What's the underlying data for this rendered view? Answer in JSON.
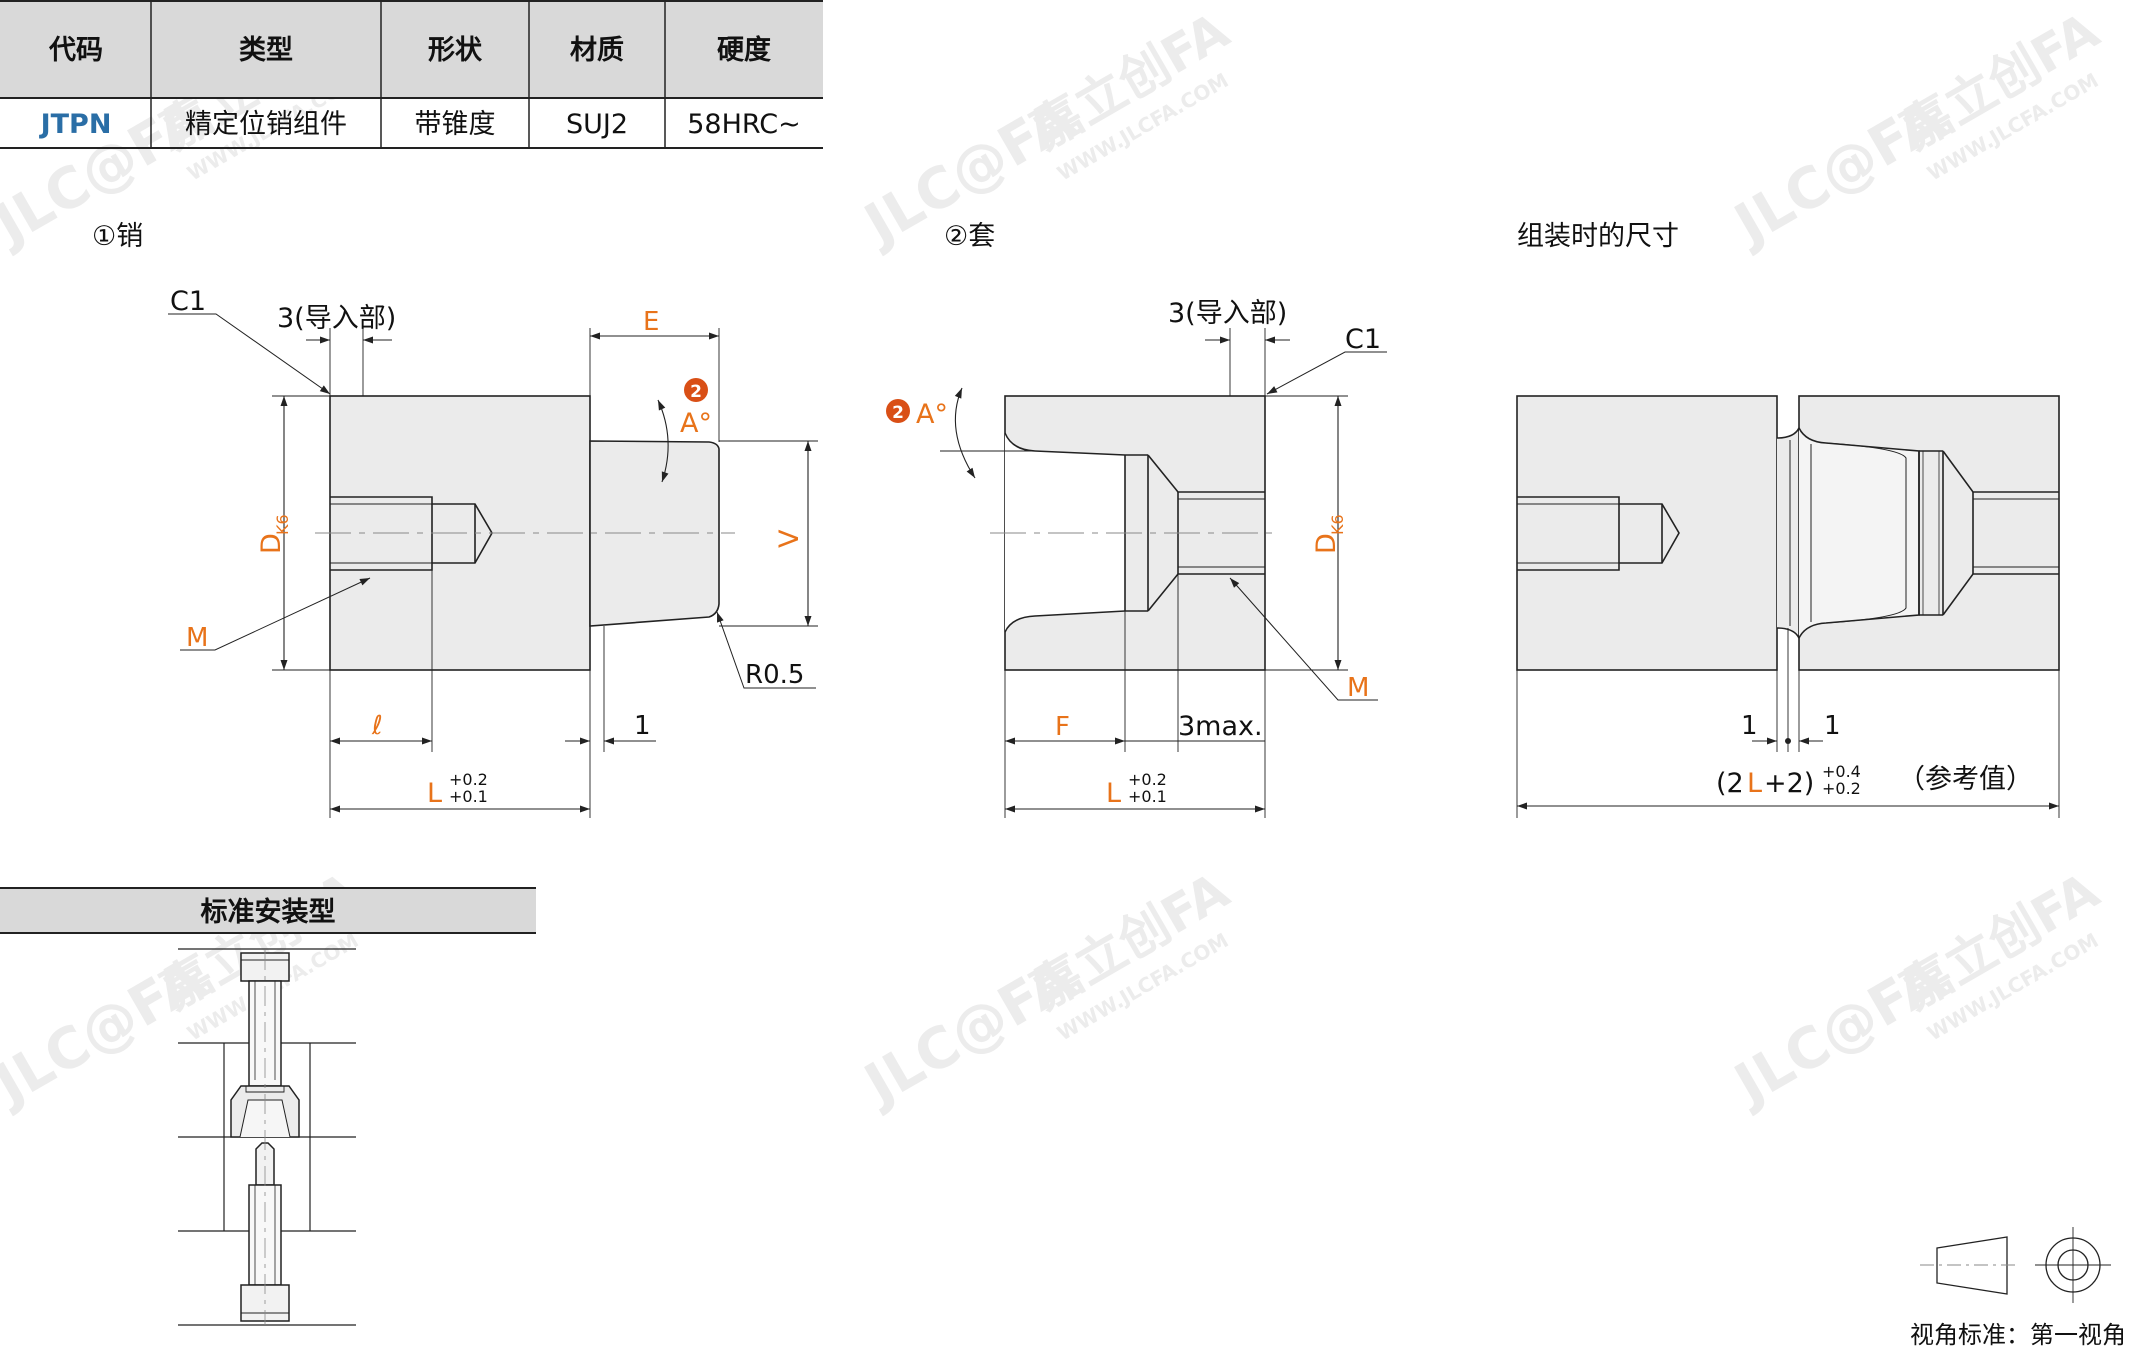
{
  "colors": {
    "orange": "#e8731a",
    "blue": "#2a6ea6",
    "body_fill": "#ebebeb",
    "line": "#222222",
    "header_bg": "#d9d9d9",
    "badge": "#d94f16"
  },
  "spec_table": {
    "headers": [
      "代码",
      "类型",
      "形状",
      "材质",
      "硬度"
    ],
    "row": [
      "JTPN",
      "精定位销组件",
      "带锥度",
      "SUJ2",
      "58HRC~"
    ]
  },
  "watermark": {
    "logo": "JLC@FA",
    "brand": "嘉立创FA",
    "url": "WWW.JLCFA.COM"
  },
  "pin": {
    "title": "①销",
    "c1": "C1",
    "lead_in": "3(导入部)",
    "E": "E",
    "badge": "2",
    "A": "A°",
    "D": "D",
    "D_sub": "K6",
    "V": "V",
    "M": "M",
    "R": "R0.5",
    "ell": "ℓ",
    "one": "1",
    "L": "L",
    "tol_up": "+0.2",
    "tol_dn": "+0.1"
  },
  "bush": {
    "title": "②套",
    "lead_in": "3(导入部)",
    "c1": "C1",
    "badge": "2",
    "A": "A°",
    "D": "D",
    "D_sub": "K6",
    "M": "M",
    "F": "F",
    "max": "3max.",
    "L": "L",
    "tol_up": "+0.2",
    "tol_dn": "+0.1"
  },
  "assembly": {
    "title": "组装时的尺寸",
    "one_left": "1",
    "one_right": "1",
    "dim_open": "(2",
    "dim_L": "L",
    "dim_close": "+2)",
    "tol_up": "+0.4",
    "tol_dn": "+0.2",
    "ref": "（参考值）"
  },
  "install": {
    "title": "标准安装型"
  },
  "projection": {
    "label": "视角标准：第一视角"
  }
}
